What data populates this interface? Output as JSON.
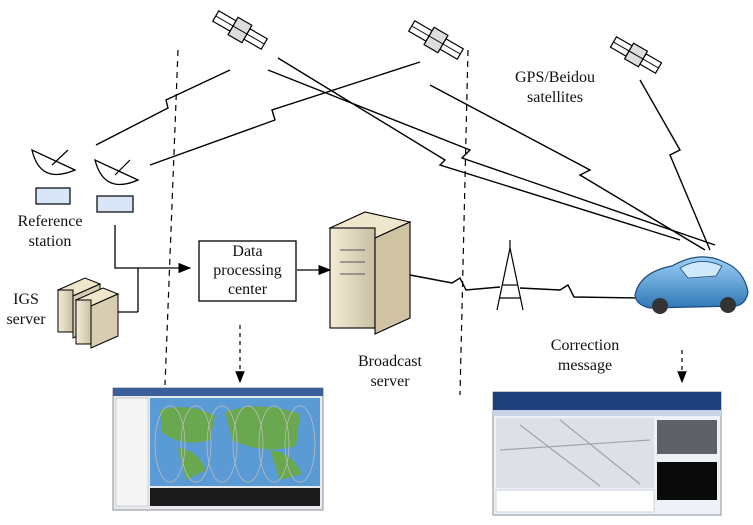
{
  "labels": {
    "satellites": [
      "GPS/Beidou",
      "satellites"
    ],
    "reference_station": [
      "Reference",
      "station"
    ],
    "igs_server": [
      "IGS",
      "server"
    ],
    "data_processing_center": [
      "Data",
      "processing",
      "center"
    ],
    "broadcast_server": [
      "Broadcast",
      "server"
    ],
    "correction_message": [
      "Correction",
      "message"
    ]
  },
  "colors": {
    "line": "#000000",
    "car_body": "#5aa0d8",
    "monitor_frame": "#1d3f7a",
    "map_ocean": "#5b9bd5",
    "map_land": "#6aa84f"
  },
  "icons": [
    "satellite-icon",
    "dish-antenna-icon",
    "server-icon",
    "radio-tower-icon",
    "car-icon"
  ]
}
